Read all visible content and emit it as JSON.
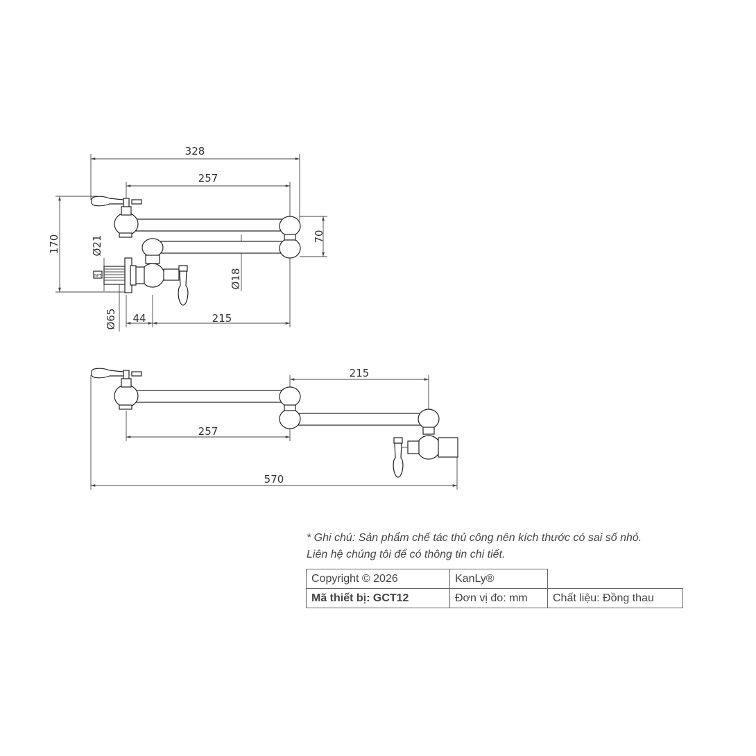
{
  "drawing": {
    "top_view": {
      "dims": {
        "overall_length": "328",
        "arm_length": "257",
        "height": "170",
        "arm_spacing": "70",
        "tube_diameter": "Ø18",
        "inlet_diameter": "Ø21",
        "flange_diameter": "Ø65",
        "offset": "44",
        "lower_arm_length": "215"
      }
    },
    "extended_view": {
      "dims": {
        "second_arm": "215",
        "first_arm": "257",
        "total_extension": "570"
      }
    },
    "thread_label": "NPT"
  },
  "notes": {
    "line1": "* Ghi chú: Sản phẩm chế tác thủ công nên kích thước có sai số nhỏ.",
    "line2": "Liên hệ chúng tôi để có thông tin chi tiết."
  },
  "info_table": {
    "copyright": "Copyright © 2026",
    "brand": "KanLy®",
    "code": "Mã thiết bị: GCT12",
    "unit": "Đơn vị đo: mm",
    "material": "Chất liệu: Đồng thau"
  }
}
